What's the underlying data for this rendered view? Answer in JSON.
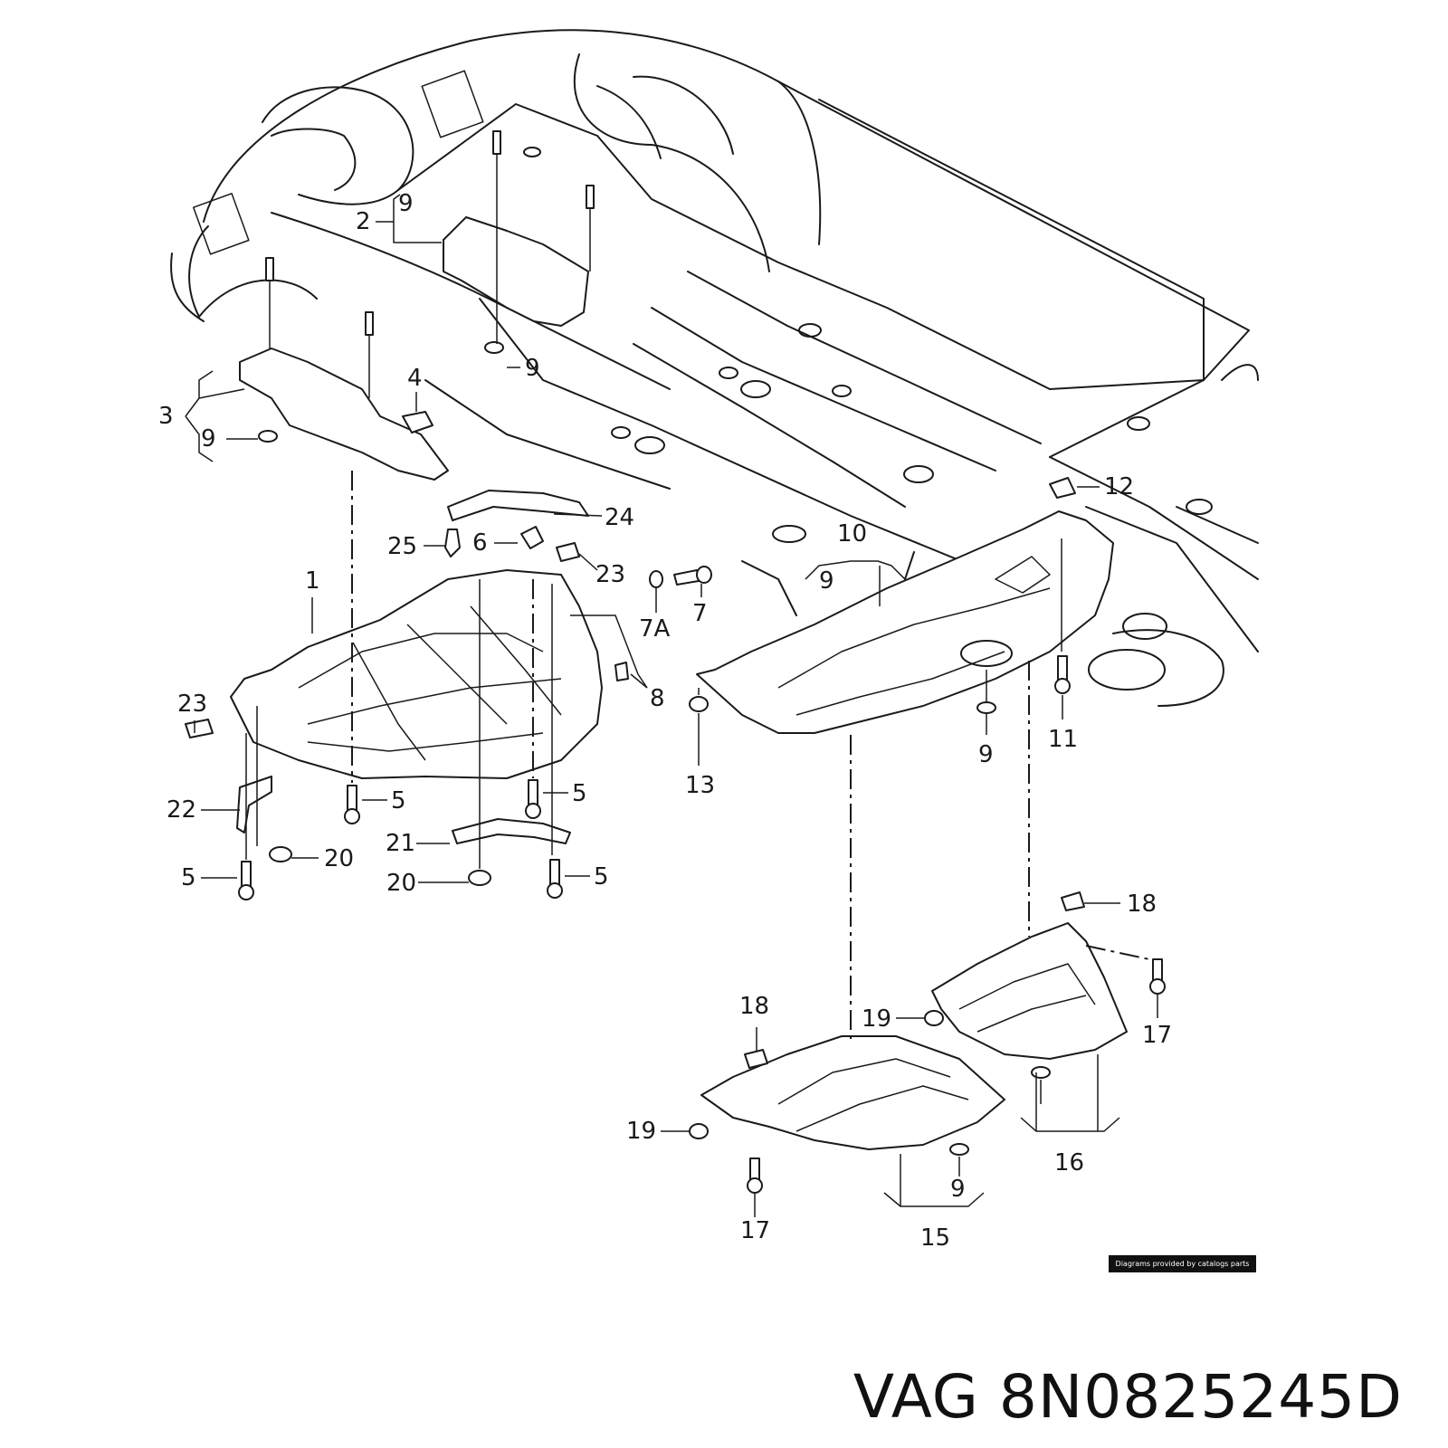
{
  "diagram": {
    "labels": [
      "2",
      "9",
      "3",
      "9",
      "4",
      "9",
      "24",
      "25",
      "6",
      "23",
      "1",
      "7A",
      "7",
      "8",
      "10",
      "9",
      "12",
      "23",
      "22",
      "5",
      "20",
      "21",
      "20",
      "5",
      "5",
      "5",
      "13",
      "9",
      "11",
      "18",
      "19",
      "17",
      "16",
      "18",
      "19",
      "9",
      "17",
      "15"
    ]
  },
  "credit": "Diagrams provided by catalogs parts",
  "footer": {
    "brand": "VAG",
    "part_number": "8N0825245D"
  }
}
